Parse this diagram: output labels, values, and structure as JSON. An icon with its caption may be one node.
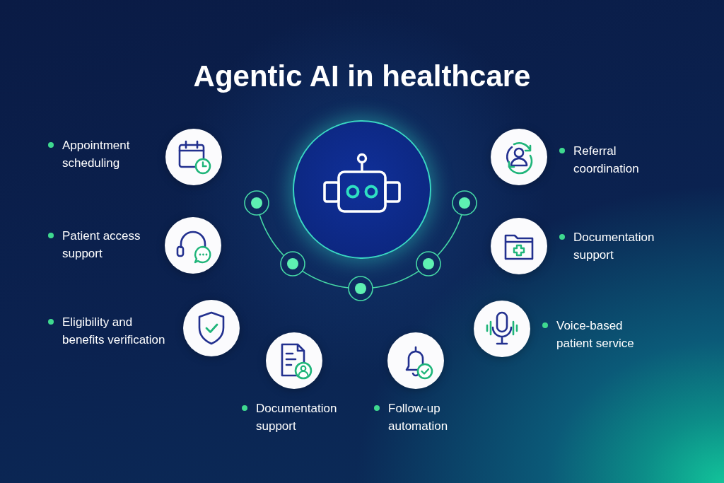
{
  "diagram": {
    "title": "Agentic AI in healthcare",
    "nodes": [
      {
        "text": [],
        "shape": "circle"
      },
      {
        "text": [],
        "shape": "circle"
      },
      {
        "text": [],
        "shape": "circle"
      },
      {
        "text": [],
        "shape": "circle"
      },
      {
        "text": [],
        "shape": "circle"
      },
      {
        "text": [],
        "shape": "circle"
      },
      {
        "text": [
          "Appointment scheduling"
        ]
      },
      {
        "text": [
          "Patient access support"
        ]
      },
      {
        "text": [
          "Eligibility and benefits verification"
        ]
      },
      {
        "text": [
          "Documentation support"
        ]
      },
      {
        "text": [
          "Follow-up automation"
        ]
      },
      {
        "text": [
          "Voice-based patient service"
        ]
      },
      {
        "text": [
          "Documentation support"
        ]
      },
      {
        "text": [
          "Referral coordination"
        ]
      }
    ],
    "edges": [
      {
        "from": 1,
        "to": 2,
        "arrow": "none"
      },
      {
        "from": 2,
        "to": 3,
        "arrow": "none"
      },
      {
        "from": 3,
        "to": 4,
        "arrow": "none"
      },
      {
        "from": 4,
        "to": 5,
        "arrow": "none"
      }
    ]
  }
}
